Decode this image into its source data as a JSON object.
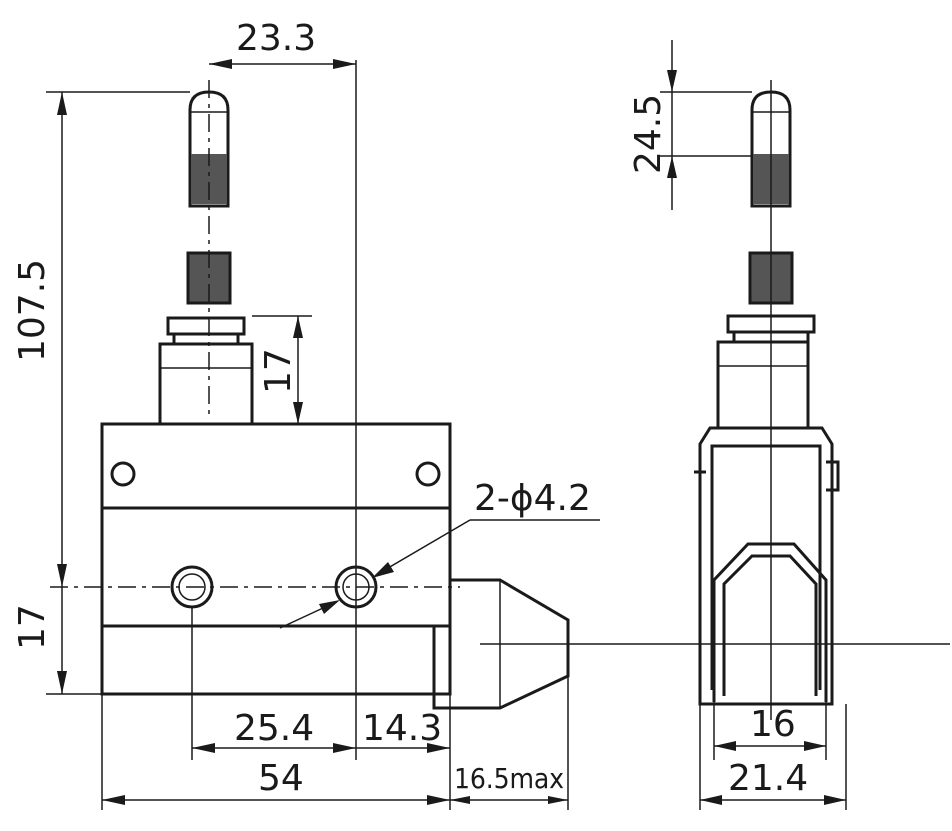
{
  "dimensions": {
    "plunger_offset": "23.3",
    "overall_height": "107.5",
    "neck_height": "17",
    "bottom_height": "17",
    "hole_spec": "2-ϕ4.2",
    "hole_spacing": "25.4",
    "hole_to_edge": "14.3",
    "body_width": "54",
    "lever_ext": "16.5max",
    "travel": "24.5",
    "inner_width": "16",
    "side_width": "21.4"
  }
}
